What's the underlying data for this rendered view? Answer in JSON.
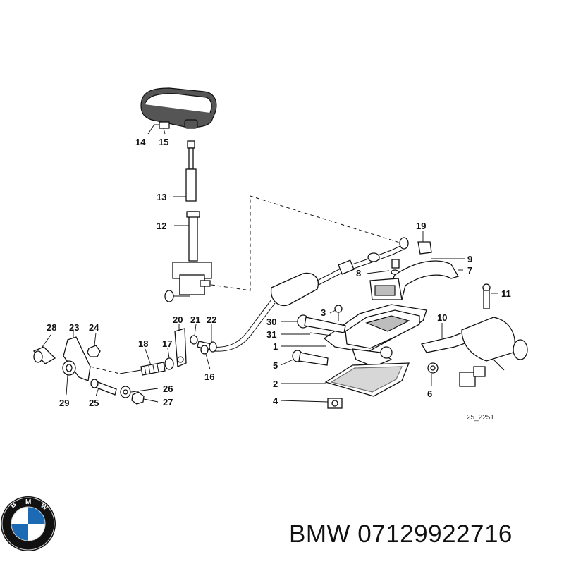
{
  "callouts": {
    "n1": "1",
    "n2": "2",
    "n3": "3",
    "n4": "4",
    "n5": "5",
    "n6": "6",
    "n7": "7",
    "n8": "8",
    "n9": "9",
    "n10": "10",
    "n11": "11",
    "n12": "12",
    "n13": "13",
    "n14": "14",
    "n15": "15",
    "n16": "16",
    "n17": "17",
    "n18": "18",
    "n19": "19",
    "n20": "20",
    "n21": "21",
    "n22": "22",
    "n23": "23",
    "n24": "24",
    "n25": "25",
    "n26": "26",
    "n27": "27",
    "n28": "28",
    "n29": "29",
    "n30": "30",
    "n31": "31"
  },
  "diagram_code": "25_2251",
  "footer": {
    "brand": "BMW",
    "part_number": "07129922716"
  },
  "logo": {
    "text": "BMW",
    "icon": "bmw-roundel-icon",
    "colors": {
      "blue": "#1c69b4",
      "white": "#ffffff",
      "ring": "#111111"
    }
  }
}
